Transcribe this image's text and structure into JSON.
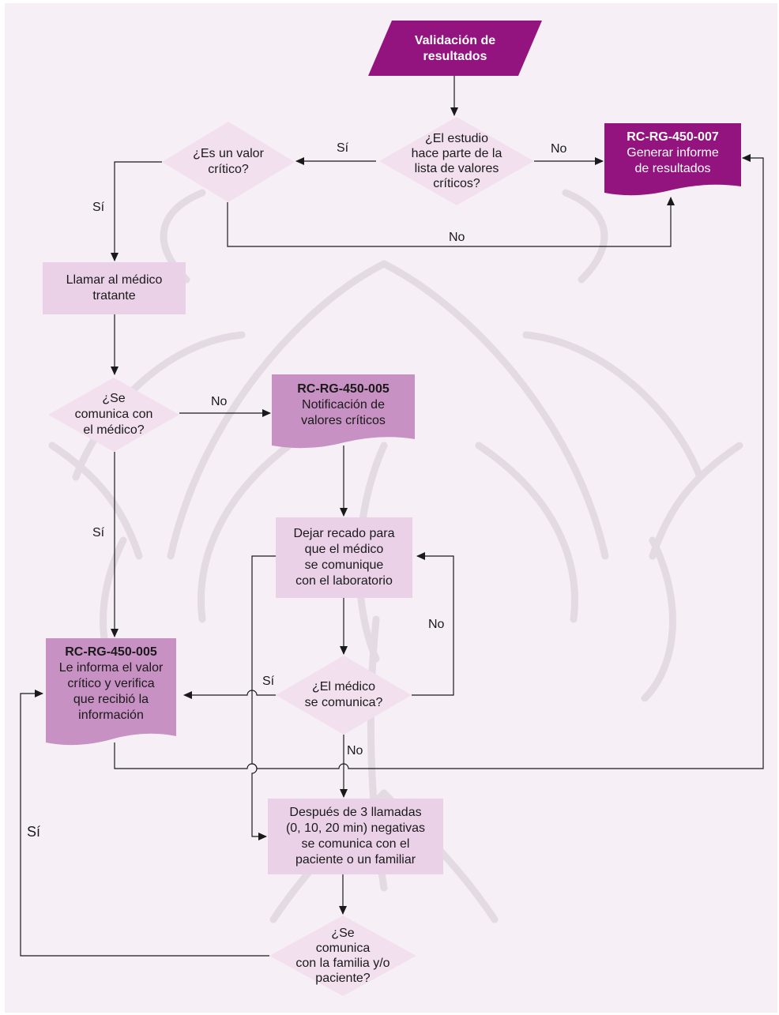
{
  "colors": {
    "background": "#f6f0f6",
    "start_fill": "#93147f",
    "doc_fill": "#c891c3",
    "process_fill": "#ead1e8",
    "decision_fill": "#f2e0ef",
    "line": "#1a1a1a",
    "watermark": "#ddd3dd"
  },
  "nodes": {
    "start": {
      "line1": "Validación de",
      "line2": "resultados"
    },
    "d1": {
      "line1": "¿El estudio",
      "line2": "hace parte de la",
      "line3": "lista de valores",
      "line4": "críticos?"
    },
    "d2": {
      "line1": "¿Es un valor",
      "line2": "crítico?"
    },
    "doc007": {
      "code": "RC-RG-450-007",
      "line1": "Generar informe",
      "line2": "de resultados"
    },
    "p1": {
      "line1": "Llamar al médico",
      "line2": "tratante"
    },
    "d3": {
      "line1": "¿Se",
      "line2": "comunica con",
      "line3": "el médico?"
    },
    "doc005a": {
      "code": "RC-RG-450-005",
      "line1": "Notificación de",
      "line2": "valores críticos"
    },
    "p2": {
      "line1": "Dejar recado para",
      "line2": "que el médico",
      "line3": "se comunique",
      "line4": "con el laboratorio"
    },
    "d4": {
      "line1": "¿El médico",
      "line2": "se comunica?"
    },
    "doc005b": {
      "code": "RC-RG-450-005",
      "line1": "Le informa el valor",
      "line2": "crítico y verifica",
      "line3": "que recibió la",
      "line4": "información"
    },
    "p3": {
      "line1": "Después de 3 llamadas",
      "line2": "(0, 10, 20 min) negativas",
      "line3": "se comunica con el",
      "line4": "paciente o un familiar"
    },
    "d5": {
      "line1": "¿Se",
      "line2": "comunica",
      "line3": "con la familia y/o",
      "line4": "paciente?"
    }
  },
  "edge_labels": {
    "d1_yes": "Sí",
    "d1_no": "No",
    "d2_yes": "Sí",
    "d2_no": "No",
    "d3_no": "No",
    "d3_yes": "Sí",
    "d4_no_loop": "No",
    "d4_yes": "Sí",
    "d4_no": "No",
    "d5_yes": "Sí"
  }
}
